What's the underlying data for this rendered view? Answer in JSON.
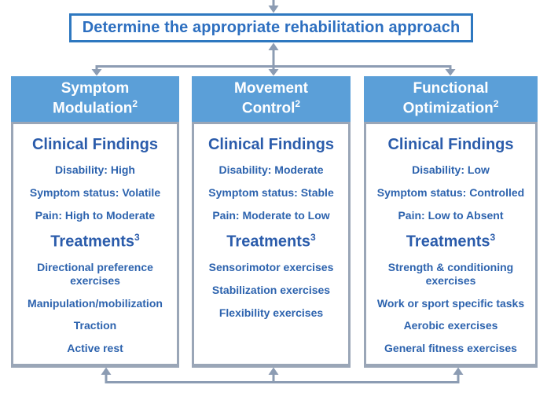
{
  "flowchart": {
    "title": "Determine the appropriate rehabilitation approach",
    "columns": [
      {
        "header_line1": "Symptom",
        "header_line2": "Modulation",
        "header_sup": "2",
        "findings_title": "Clinical Findings",
        "findings": [
          "Disability: High",
          "Symptom status: Volatile",
          "Pain: High to Moderate"
        ],
        "treatments_title": "Treatments",
        "treatments_sup": "3",
        "treatments": [
          "Directional preference exercises",
          "Manipulation/mobilization",
          "Traction",
          "Active rest"
        ]
      },
      {
        "header_line1": "Movement",
        "header_line2": "Control",
        "header_sup": "2",
        "findings_title": "Clinical Findings",
        "findings": [
          "Disability: Moderate",
          "Symptom status: Stable",
          "Pain: Moderate to Low"
        ],
        "treatments_title": "Treatments",
        "treatments_sup": "3",
        "treatments": [
          "Sensorimotor exercises",
          "Stabilization exercises",
          "Flexibility exercises"
        ]
      },
      {
        "header_line1": "Functional",
        "header_line2": "Optimization",
        "header_sup": "2",
        "findings_title": "Clinical Findings",
        "findings": [
          "Disability: Low",
          "Symptom status: Controlled",
          "Pain: Low to Absent"
        ],
        "treatments_title": "Treatments",
        "treatments_sup": "3",
        "treatments": [
          "Strength & conditioning exercises",
          "Work or sport specific tasks",
          "Aerobic exercises",
          "General fitness exercises"
        ]
      }
    ],
    "colors": {
      "header_bg": "#5b9fd8",
      "header_text": "#ffffff",
      "title_border": "#2e78c0",
      "title_text": "#2d6fc0",
      "body_text": "#2d63ae",
      "connector_gray": "#8c9cb3",
      "card_border_gray": "#9aa6b7"
    }
  }
}
